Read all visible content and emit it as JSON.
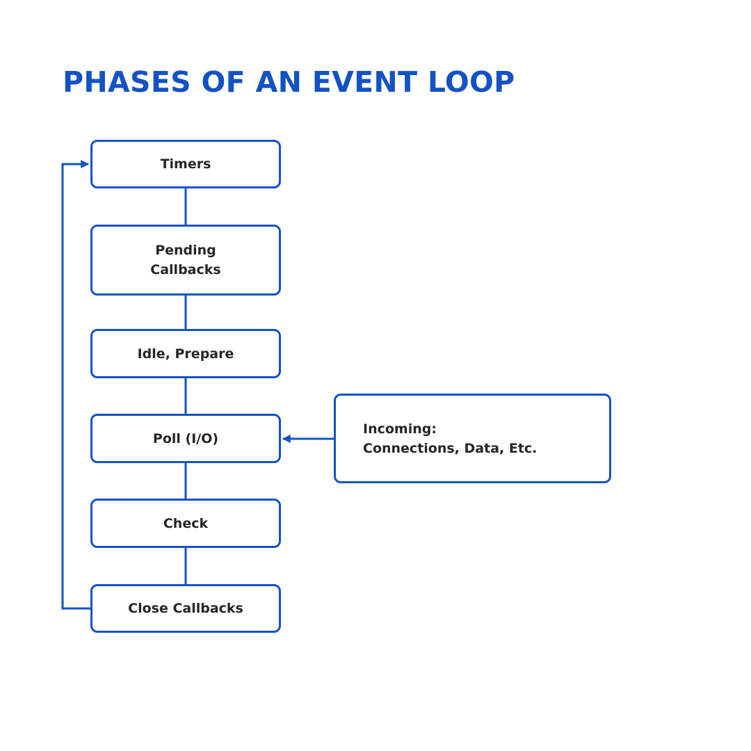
{
  "title": "PHASES OF AN EVENT LOOP",
  "colors": {
    "accent": "#1352c4",
    "text": "#262626",
    "background": "#ffffff"
  },
  "phases": [
    {
      "label": "Timers"
    },
    {
      "label": "Pending\nCallbacks"
    },
    {
      "label": "Idle, Prepare"
    },
    {
      "label": "Poll (I/O)"
    },
    {
      "label": "Check"
    },
    {
      "label": "Close Callbacks"
    }
  ],
  "incoming": {
    "label": "Incoming:\nConnections, Data, Etc."
  },
  "connectors": {
    "loop_arrow": "from Close Callbacks back to Timers",
    "incoming_arrow": "from Incoming into Poll (I/O)"
  }
}
